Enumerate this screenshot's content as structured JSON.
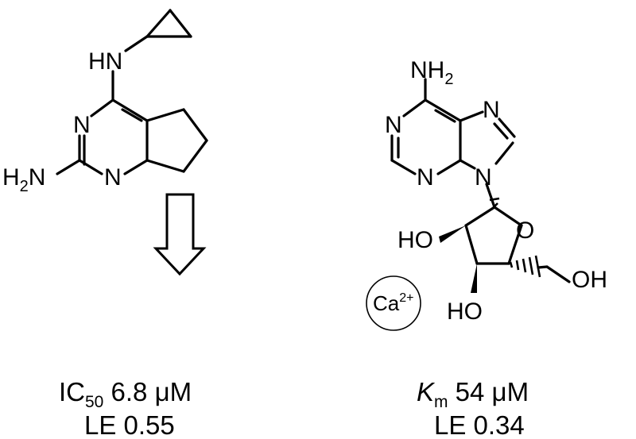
{
  "left_compound": {
    "atoms": {
      "hn": "HN",
      "n_ring_top": "N",
      "n_ring_bottom": "N",
      "h2n": "H",
      "h2n_sub": "2",
      "h2n_n": "N"
    },
    "caption": {
      "ic_prefix": "IC",
      "ic_sub": "50",
      "ic_value": " 6.8 μM",
      "le": "LE 0.55"
    }
  },
  "right_compound": {
    "atoms": {
      "nh2_n": "NH",
      "nh2_sub": "2",
      "n1": "N",
      "n3": "N",
      "n7": "N",
      "n9": "N",
      "ring_o": "O",
      "ho_2": "HO",
      "ho_3": "HO",
      "oh_5": "OH",
      "ca": "Ca",
      "ca_charge": "2+"
    },
    "caption": {
      "km_prefix": "K",
      "km_sub": "m",
      "km_value": " 54 μM",
      "le": "LE 0.34"
    }
  }
}
